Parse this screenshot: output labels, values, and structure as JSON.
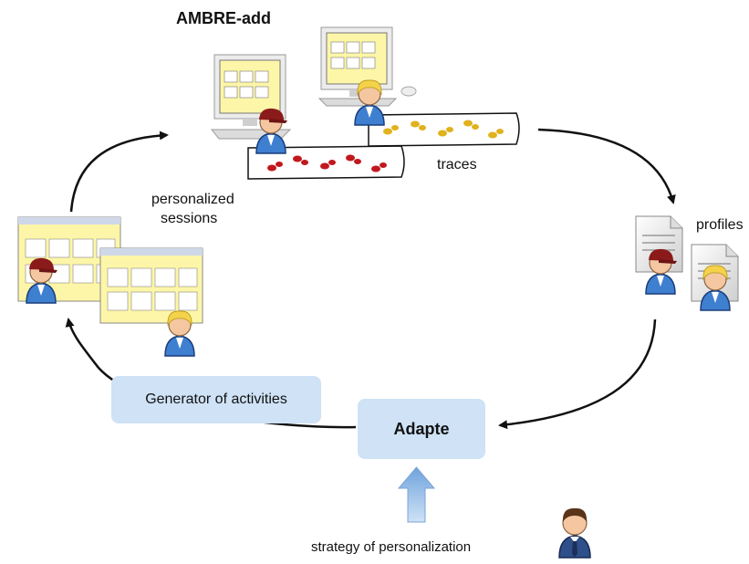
{
  "title": "AMBRE-add",
  "labels": {
    "traces": "traces",
    "profiles": "profiles",
    "personalized_line1": "personalized",
    "personalized_line2": "sessions",
    "strategy": "strategy of personalization"
  },
  "boxes": {
    "generator": "Generator of activities",
    "adapte": "Adapte"
  },
  "colors": {
    "box_fill": "#cfe2f6",
    "arrow": "#111111",
    "screen": "#fdf6a8",
    "red_steps": "#c0181e",
    "gold_steps": "#e0b21c",
    "up_arrow": "#8fb9e6"
  }
}
